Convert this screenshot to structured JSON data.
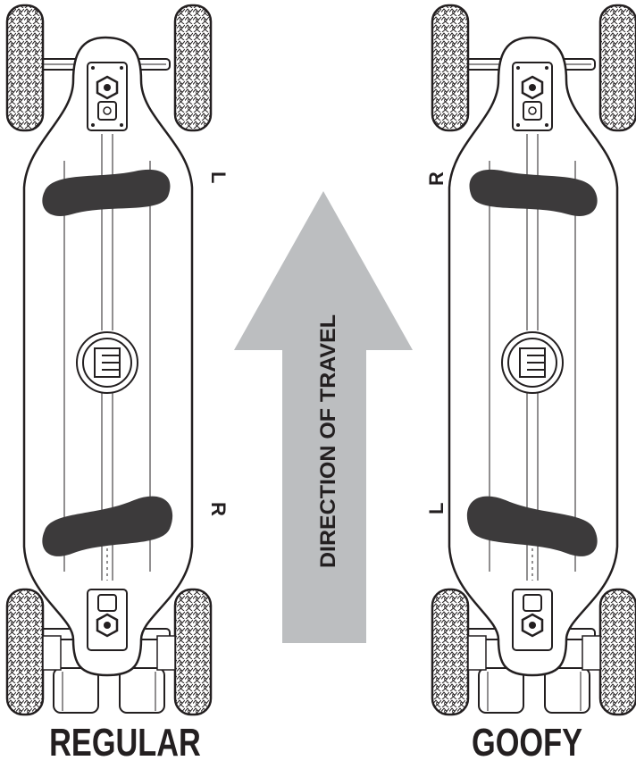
{
  "arrow_label": "DIRECTION OF TRAVEL",
  "regular": {
    "caption": "REGULAR",
    "front_foot": "L",
    "back_foot": "R"
  },
  "goofy": {
    "caption": "GOOFY",
    "front_foot": "R",
    "back_foot": "L"
  },
  "colors": {
    "arrow": "#bcbec0",
    "foot": "#3c3a3b",
    "ink": "#231f20",
    "arrow_text": "#231f20"
  }
}
